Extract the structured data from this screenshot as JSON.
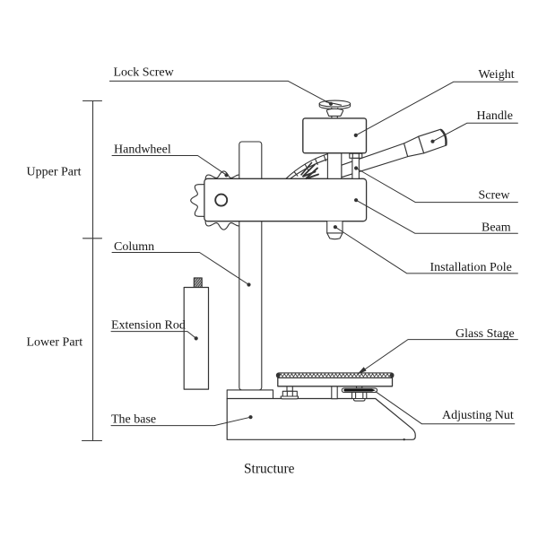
{
  "diagram": {
    "caption": "Structure",
    "sections": {
      "upper": "Upper Part",
      "lower": "Lower Part"
    },
    "labels": {
      "lock_screw": "Lock Screw",
      "handwheel": "Handwheel",
      "column": "Column",
      "extension_rod": "Extension Rod",
      "the_base": "The base",
      "weight": "Weight",
      "handle": "Handle",
      "screw": "Screw",
      "beam": "Beam",
      "installation_pole": "Installation Pole",
      "glass_stage": "Glass Stage",
      "adjusting_nut": "Adjusting Nut"
    },
    "colors": {
      "line": "#333333",
      "text": "#1b1b1b",
      "background": "#ffffff"
    }
  }
}
